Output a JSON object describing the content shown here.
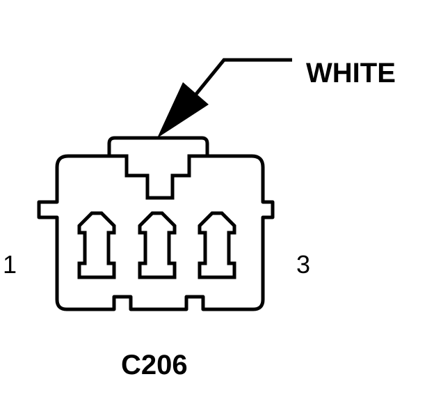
{
  "connector": {
    "id": "C206",
    "color_label": "WHITE",
    "pin_left": "1",
    "pin_right": "3",
    "pin_count": 3
  },
  "colors": {
    "stroke": "#000000",
    "fill": "#ffffff"
  }
}
